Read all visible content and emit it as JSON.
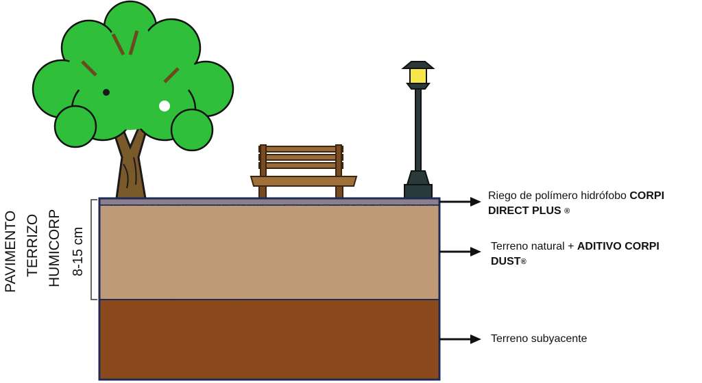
{
  "side_labels": {
    "line1": "PAVIMENTO",
    "line2": "TERRIZO",
    "line3": "HUMICORP",
    "thickness": "8-15 cm"
  },
  "callouts": [
    {
      "text": "Riego de polímero hidrófobo ",
      "bold1": "CORPI",
      "line2_bold": "DIRECT PLUS",
      "mark": "®"
    },
    {
      "text": "Terreno natural + ",
      "bold1": "ADITIVO CORPI",
      "line2_bold": "DUST",
      "mark": "®"
    },
    {
      "text": "Terreno subyacente"
    }
  ],
  "colors": {
    "outline": "#1f2a55",
    "top_layer": "#8a7f8a",
    "gravel": "#c19a74",
    "subsoil": "#8a4a1c",
    "foliage": "#2fbf3a",
    "trunk": "#7a5a2a",
    "bench": "#9a6a3a",
    "lamp": "#2a3a3a",
    "lamp_light": "#f5e64a"
  },
  "icons": [
    "tree-icon",
    "bench-icon",
    "street-lamp-icon"
  ]
}
